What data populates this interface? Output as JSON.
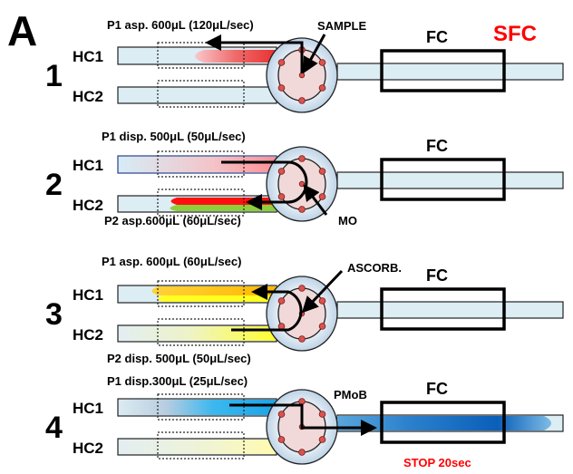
{
  "figure_label": "A",
  "system_label": "SFC",
  "colors": {
    "tube": "#dcedf4",
    "valve": "#dfeaf3",
    "rotor": "#f2dcdc",
    "port": "#d9534f",
    "red": "#ff0000",
    "accent_text": "#ff0000"
  },
  "panels": [
    {
      "number": "1",
      "hc1": "HC1",
      "hc2": "HC2",
      "fc": "FC",
      "top_label": "P1 asp. 600μL (120μL/sec)",
      "reagent": "SAMPLE"
    },
    {
      "number": "2",
      "hc1": "HC1",
      "hc2": "HC2",
      "fc": "FC",
      "top_label": "P1 disp. 500μL (50μL/sec)",
      "bottom_label": "P2 asp.600μL (60μL/sec)",
      "reagent": "MO"
    },
    {
      "number": "3",
      "hc1": "HC1",
      "hc2": "HC2",
      "fc": "FC",
      "top_label": "P1 asp. 600μL (60μL/sec)",
      "bottom_label": "P2 disp. 500μL (50μL/sec)",
      "reagent": "ASCORB."
    },
    {
      "number": "4",
      "hc1": "HC1",
      "hc2": "HC2",
      "fc": "FC",
      "top_label": "P1 disp.300μL (25μL/sec)",
      "reagent": "PMoB",
      "status": "STOP 20sec"
    }
  ]
}
